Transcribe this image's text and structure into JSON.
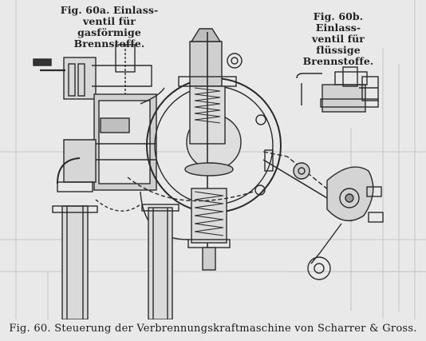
{
  "figure_a": {
    "line1": "Fig. 60a.  Einlass-",
    "line2": "ventil für gasförmige",
    "line3": "Brennstoffe."
  },
  "figure_b": {
    "line1": "Fig. 60b.  Einlass-",
    "line2": "ventil für flüssige",
    "line3": "Brennstoffe."
  },
  "caption": "Fig. 60.   Steuerung der Verbrennungskraftmaschine von Scharrer & Gross."
}
